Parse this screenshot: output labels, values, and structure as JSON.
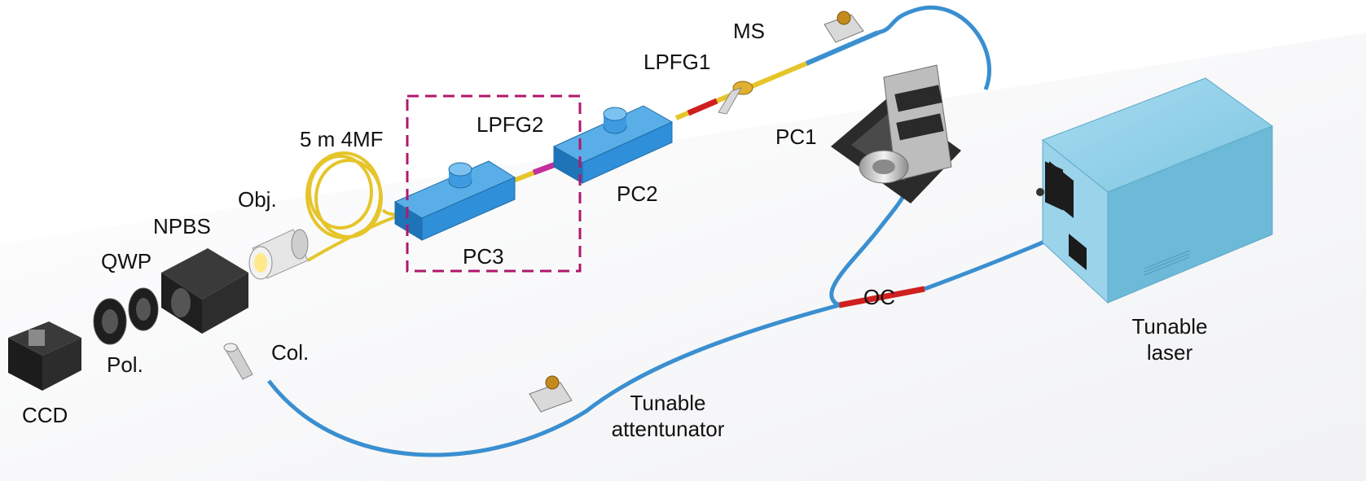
{
  "labels": {
    "ms": "MS",
    "lpfg1": "LPFG1",
    "lpfg2": "LPFG2",
    "fiber_4mf": "5 m 4MF",
    "pc1": "PC1",
    "pc2": "PC2",
    "pc3": "PC3",
    "obj": "Obj.",
    "npbs": "NPBS",
    "qwp": "QWP",
    "pol": "Pol.",
    "col": "Col.",
    "ccd": "CCD",
    "oc": "OC",
    "tunable_laser_line1": "Tunable",
    "tunable_laser_line2": "laser",
    "attenuator_line1": "Tunable",
    "attenuator_line2": "attentunator"
  },
  "colors": {
    "fiber_blue": "#3a8fd0",
    "fiber_yellow": "#e5c52a",
    "grating_red": "#d01f1f",
    "pc_blue": "#2f8fd8",
    "laser_box": "#7cc9e6",
    "dashed_box": "#b0176c",
    "dark_component": "#2a2a2a",
    "lens_silver": "#dcdcdc"
  }
}
